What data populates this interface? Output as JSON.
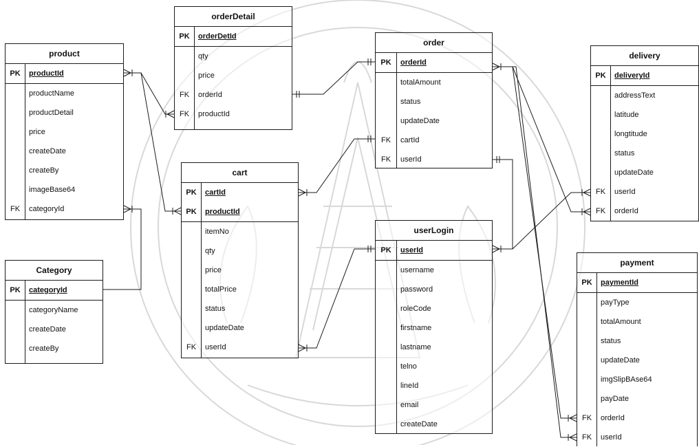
{
  "entities": {
    "product": {
      "title": "product",
      "rows": [
        {
          "key": "PK",
          "name": "productId",
          "pk": true
        },
        {
          "key": "",
          "name": "productName"
        },
        {
          "key": "",
          "name": "productDetail"
        },
        {
          "key": "",
          "name": "price"
        },
        {
          "key": "",
          "name": "createDate"
        },
        {
          "key": "",
          "name": "createBy"
        },
        {
          "key": "",
          "name": "imageBase64"
        },
        {
          "key": "FK",
          "name": "categoryId"
        }
      ]
    },
    "category": {
      "title": "Category",
      "rows": [
        {
          "key": "PK",
          "name": "categoryId",
          "pk": true
        },
        {
          "key": "",
          "name": "categoryName"
        },
        {
          "key": "",
          "name": "createDate"
        },
        {
          "key": "",
          "name": "createBy"
        }
      ]
    },
    "orderDetail": {
      "title": "orderDetail",
      "rows": [
        {
          "key": "PK",
          "name": "orderDetId",
          "pk": true
        },
        {
          "key": "",
          "name": "qty"
        },
        {
          "key": "",
          "name": "price"
        },
        {
          "key": "FK",
          "name": "orderId"
        },
        {
          "key": "FK",
          "name": "productId"
        }
      ]
    },
    "cart": {
      "title": "cart",
      "rows": [
        {
          "key": "PK",
          "name": "cartId",
          "pk": true
        },
        {
          "key": "PK",
          "name": "productId",
          "pk": true
        },
        {
          "key": "",
          "name": "itemNo"
        },
        {
          "key": "",
          "name": "qty"
        },
        {
          "key": "",
          "name": "price"
        },
        {
          "key": "",
          "name": "totalPrice"
        },
        {
          "key": "",
          "name": "status"
        },
        {
          "key": "",
          "name": "updateDate"
        },
        {
          "key": "FK",
          "name": "userId"
        }
      ]
    },
    "order": {
      "title": "order",
      "rows": [
        {
          "key": "PK",
          "name": "orderId",
          "pk": true
        },
        {
          "key": "",
          "name": "totalAmount"
        },
        {
          "key": "",
          "name": "status"
        },
        {
          "key": "",
          "name": "updateDate"
        },
        {
          "key": "FK",
          "name": "cartId"
        },
        {
          "key": "FK",
          "name": "userId"
        }
      ]
    },
    "userLogin": {
      "title": "userLogin",
      "rows": [
        {
          "key": "PK",
          "name": "userId",
          "pk": true
        },
        {
          "key": "",
          "name": "username"
        },
        {
          "key": "",
          "name": "password"
        },
        {
          "key": "",
          "name": "roleCode"
        },
        {
          "key": "",
          "name": "firstname"
        },
        {
          "key": "",
          "name": "lastname"
        },
        {
          "key": "",
          "name": "telno"
        },
        {
          "key": "",
          "name": "lineId"
        },
        {
          "key": "",
          "name": "email"
        },
        {
          "key": "",
          "name": "createDate"
        }
      ]
    },
    "delivery": {
      "title": "delivery",
      "rows": [
        {
          "key": "PK",
          "name": "deliveryId",
          "pk": true
        },
        {
          "key": "",
          "name": "addressText"
        },
        {
          "key": "",
          "name": "latitude"
        },
        {
          "key": "",
          "name": "longtitude"
        },
        {
          "key": "",
          "name": "status"
        },
        {
          "key": "",
          "name": "updateDate"
        },
        {
          "key": "FK",
          "name": "userId"
        },
        {
          "key": "FK",
          "name": "orderId"
        }
      ]
    },
    "payment": {
      "title": "payment",
      "rows": [
        {
          "key": "PK",
          "name": "paymentId",
          "pk": true
        },
        {
          "key": "",
          "name": "payType"
        },
        {
          "key": "",
          "name": "totalAmount"
        },
        {
          "key": "",
          "name": "status"
        },
        {
          "key": "",
          "name": "updateDate"
        },
        {
          "key": "",
          "name": "imgSlipBAse64"
        },
        {
          "key": "",
          "name": "payDate"
        },
        {
          "key": "FK",
          "name": "orderId"
        },
        {
          "key": "FK",
          "name": "userId"
        }
      ]
    }
  },
  "colors": {
    "line": "#1a1a1a",
    "watermark": "#d9d9d9"
  }
}
